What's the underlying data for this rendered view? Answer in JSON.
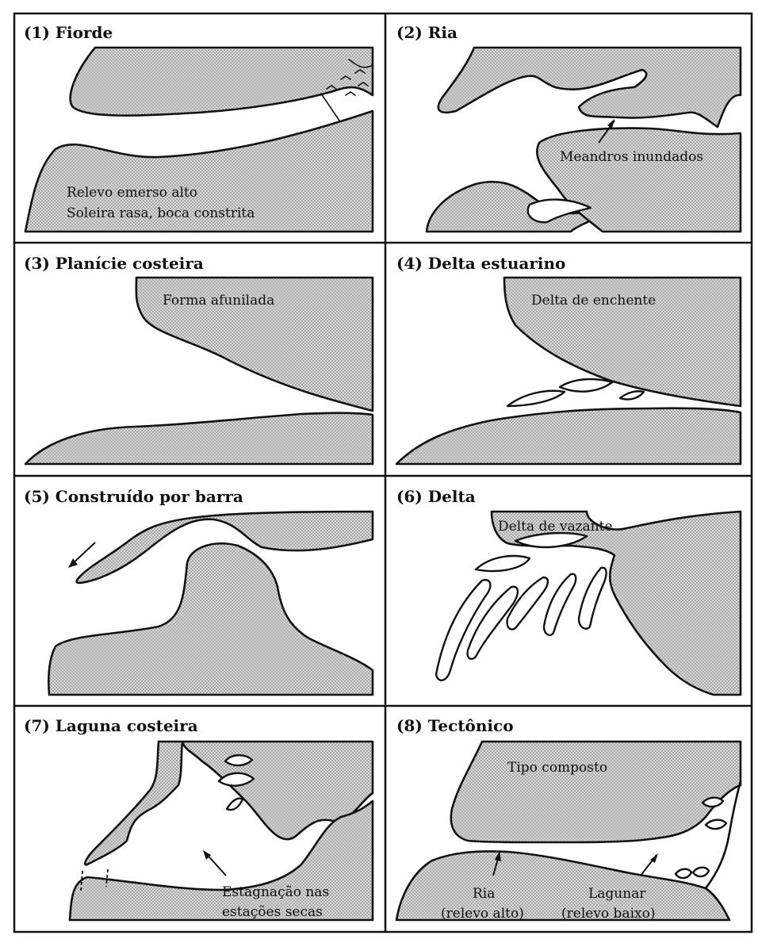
{
  "panels": [
    {
      "title": "(1) Fiorde",
      "labels": [
        "Relevo emerso alto",
        "Soleira rasa, boca constrita"
      ]
    },
    {
      "title": "(2) Ria",
      "labels": [
        "Meandros inundados"
      ]
    },
    {
      "title": "(3) Planície costeira",
      "labels": [
        "Forma afunilada"
      ]
    },
    {
      "title": "(4) Delta estuarino",
      "labels": [
        "Delta de enchente"
      ]
    },
    {
      "title": "(5) Construído por barra",
      "labels": []
    },
    {
      "title": "(6) Delta",
      "labels": [
        "Delta de vazante"
      ]
    },
    {
      "title": "(7) Laguna costeira",
      "labels": [
        "Estagnação nas",
        "estações secas"
      ]
    },
    {
      "title": "(8) Tectônico",
      "labels": [
        "Tipo composto",
        "Ria",
        "(relevo alto)",
        "Lagunar",
        "(relevo baixo)"
      ]
    }
  ],
  "colors": {
    "ink": "#111111",
    "stipple": "#b8b8b8",
    "paper": "#ffffff"
  }
}
